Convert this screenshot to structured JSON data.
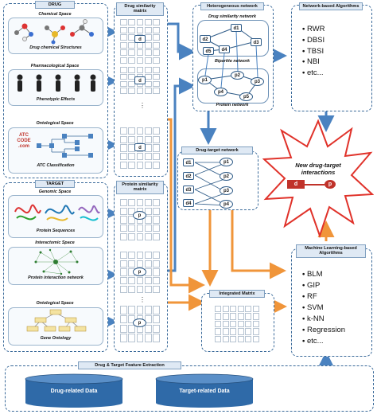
{
  "drug_panel": {
    "title": "DRUG",
    "chemical_space": "Chemical Space",
    "chemical_caption": "Drug chemical Structures",
    "pharmacological_space": "Pharmacological Space",
    "phenotypic_caption": "Phenotypic Effects",
    "ontological_space": "Ontological Space",
    "atc_caption": "ATC Classification",
    "atc_logo": "ATC CODE .com"
  },
  "target_panel": {
    "title": "TARGET",
    "genomic_space": "Genomic Space",
    "protein_seq_caption": "Protein Sequences",
    "interactomic_space": "Interactomic Space",
    "interaction_caption": "Protein interaction network",
    "ontological_space": "Ontological Space",
    "go_caption": "Gene Ontology"
  },
  "drug_similarity_matrix": {
    "title": "Drug similarity matrix",
    "node": "d"
  },
  "protein_similarity_matrix": {
    "title": "Protein similarity matrix",
    "node": "p"
  },
  "heterogeneous_network": {
    "title": "Heterogeneous network",
    "drug_net_label": "Drug similarity network",
    "bipartite_label": "Bipartite network",
    "protein_net_label": "Protein network",
    "drug_nodes": [
      "d1",
      "d2",
      "d3",
      "d4",
      "d5"
    ],
    "protein_nodes": [
      "p1",
      "p2",
      "p3",
      "p4",
      "p5"
    ]
  },
  "drug_target_network": {
    "title": "Drug-target network",
    "drugs": [
      "d1",
      "d2",
      "d3",
      "d4"
    ],
    "proteins": [
      "p1",
      "p2",
      "p3",
      "p4"
    ]
  },
  "network_algorithms": {
    "title": "Network-based Algorithms",
    "items": [
      "RWR",
      "DBSI",
      "TBSI",
      "NBI",
      "etc..."
    ]
  },
  "prediction": {
    "title": "New drug-target interactions",
    "drug": "d",
    "protein": "p"
  },
  "integrated_matrix": {
    "title": "Integrated Matrix"
  },
  "ml_algorithms": {
    "title": "Machine Learning-based Algorithms",
    "items": [
      "BLM",
      "GIP",
      "RF",
      "SVM",
      "k-NN",
      "Regression",
      "etc..."
    ]
  },
  "feature_extraction": {
    "title": "Drug & Target Feature Extraction",
    "drug_data": "Drug-related Data",
    "target_data": "Target-related Data"
  },
  "colors": {
    "blue_arrow": "#4a82c0",
    "orange_arrow": "#f0953a",
    "red_burst": "#e0322a",
    "cylinder": "#2f6aa8"
  }
}
